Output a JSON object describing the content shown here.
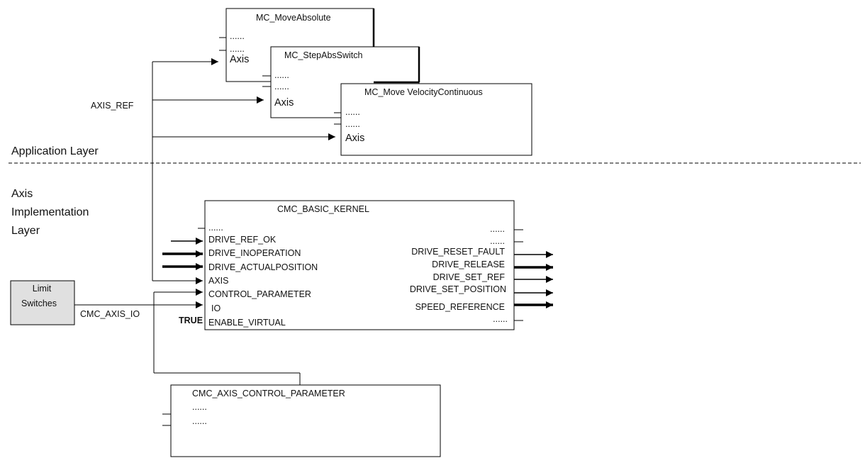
{
  "layers": {
    "application": "Application Layer",
    "axis_impl_line1": "Axis",
    "axis_impl_line2": "Implementation",
    "axis_impl_line3": "Layer"
  },
  "signals": {
    "axis_ref": "AXIS_REF",
    "cmc_axis_io": "CMC_AXIS_IO"
  },
  "blocks": {
    "move_absolute": {
      "title": "MC_MoveAbsolute",
      "inputs": [
        "......",
        "......",
        "Axis"
      ]
    },
    "step_abs_switch": {
      "title": "MC_StepAbsSwitch",
      "inputs": [
        "......",
        "......",
        "Axis"
      ]
    },
    "move_velocity": {
      "title": "MC_Move  VelocityContinuous",
      "inputs": [
        "......",
        "......",
        "Axis"
      ]
    },
    "basic_kernel": {
      "title": "CMC_BASIC_KERNEL",
      "inputs": [
        "......",
        "DRIVE_REF_OK",
        "DRIVE_INOPERATION",
        "DRIVE_ACTUALPOSITION",
        "AXIS",
        "CONTROL_PARAMETER",
        "IO",
        "ENABLE_VIRTUAL"
      ],
      "true_label": "TRUE",
      "outputs": [
        "......",
        "......",
        "DRIVE_RESET_FAULT",
        "DRIVE_RELEASE",
        "DRIVE_SET_REF",
        "DRIVE_SET_POSITION",
        "SPEED_REFERENCE",
        "......"
      ]
    },
    "control_parameter": {
      "title": "CMC_AXIS_CONTROL_PARAMETER",
      "inputs": [
        "......",
        "......"
      ]
    },
    "limit_switches": {
      "line1": "Limit",
      "line2": "Switches",
      "fill": "#e0e0e0"
    }
  }
}
